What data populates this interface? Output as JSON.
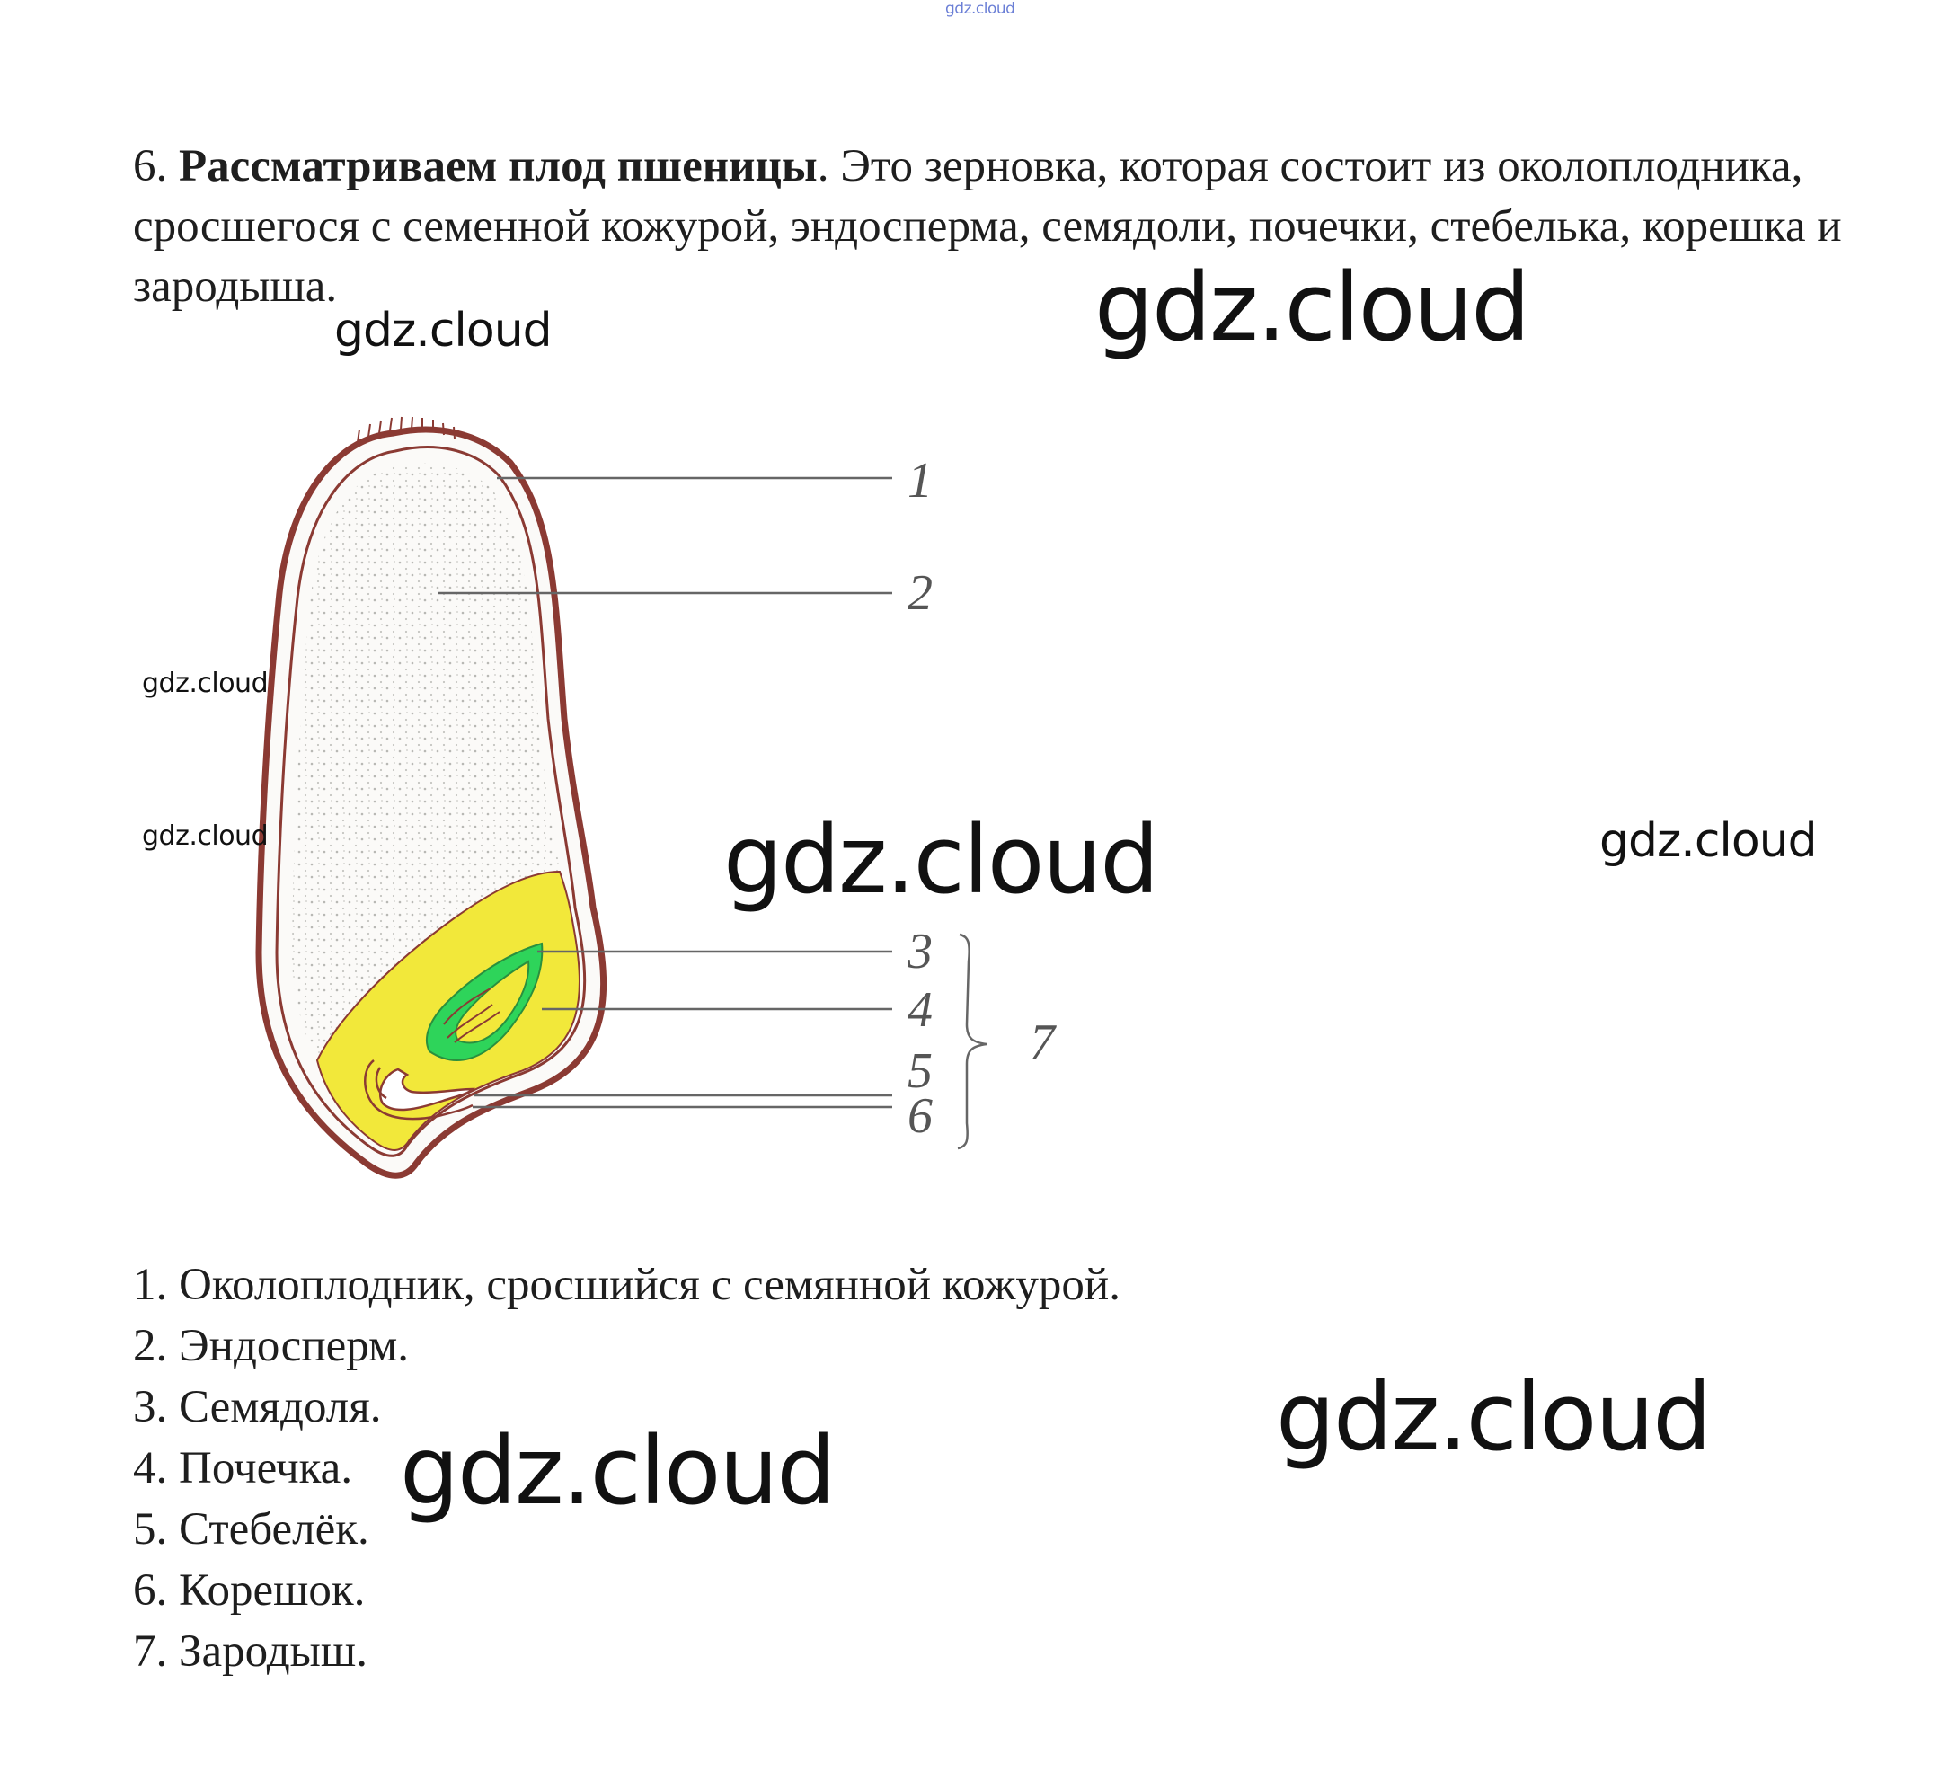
{
  "top_mark": "gdz.cloud",
  "intro": {
    "number": "6.",
    "bold_title": "Рассматриваем плод пшеницы",
    "text": ". Это зерновка, которая состоит из околоплодника, сросшегося с семенной кожурой, эндосперма, семядоли, почечки, стебелька, корешка и зародыша."
  },
  "figure": {
    "labels": [
      "1",
      "2",
      "3",
      "4",
      "5",
      "6",
      "7"
    ],
    "colors": {
      "outline": "#8b3a33",
      "endosperm": "#efefec",
      "cotyledon": "#f2e83a",
      "bud": "#2ed45a",
      "label": "#555555"
    }
  },
  "legend": [
    "1. Околоплодник, сросшийся с семянной кожурой.",
    "2. Эндосперм.",
    "3. Семядоля.",
    "4. Почечка.",
    "5. Стебелёк.",
    "6. Корешок.",
    "7. Зародыш."
  ],
  "watermarks": {
    "w1": "gdz.cloud",
    "w2": "gdz.cloud",
    "w3": "gdz.cloud",
    "w4": "gdz.cloud",
    "w5": "gdz.cloud",
    "w6": "gdz.cloud",
    "w7": "gdz.cloud",
    "w8": "gdz.cloud"
  }
}
